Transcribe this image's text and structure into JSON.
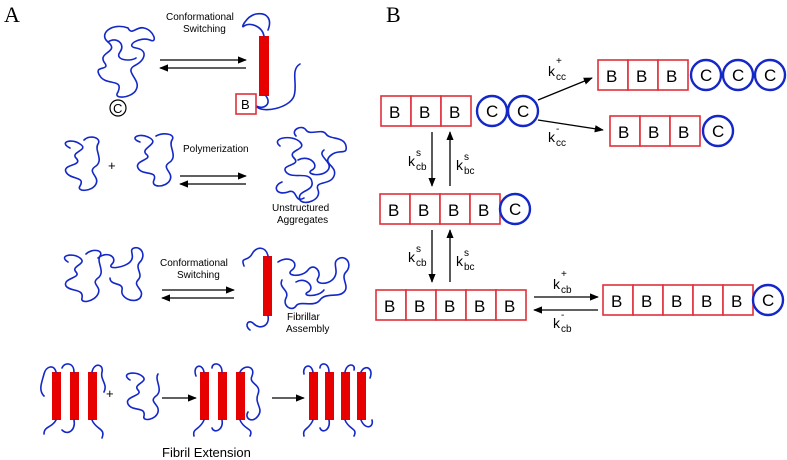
{
  "panels": {
    "a": "A",
    "b": "B"
  },
  "panel_a": {
    "row1": {
      "label_line1": "Conformational",
      "label_line2": "Switching",
      "c_symbol": "C",
      "b_symbol": "B"
    },
    "row2": {
      "plus": "+",
      "label": "Polymerization",
      "result_line1": "Unstructured",
      "result_line2": "Aggregates"
    },
    "row3": {
      "label_line1": "Conformational",
      "label_line2": "Switching",
      "result_line1": "Fibrillar",
      "result_line2": "Assembly"
    },
    "row4": {
      "plus": "+",
      "caption": "Fibril Extension"
    }
  },
  "panel_b": {
    "b_label": "B",
    "c_label": "C",
    "k_main": "k",
    "sub_cc": "cc",
    "sub_cb": "cb",
    "sub_bc": "bc",
    "sup_plus": "+",
    "sup_minus": "-",
    "sup_s": "s"
  },
  "colors": {
    "coil": "#1428c8",
    "fibril": "#e60000",
    "box_border": "#e0303a"
  }
}
